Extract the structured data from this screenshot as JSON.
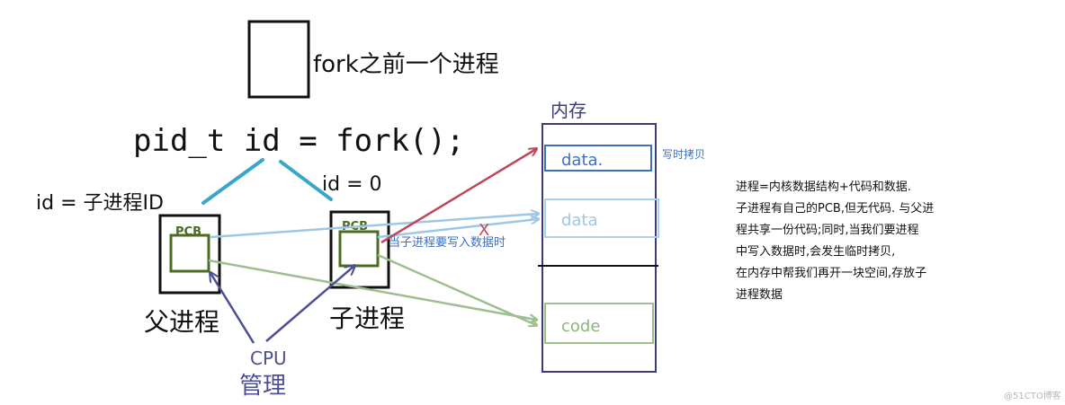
{
  "top_note": "fork之前一个进程",
  "code_line": "pid_t id = fork();",
  "parent_id_label": "id = 子进程ID",
  "child_id_label": "id = 0",
  "pcb_label": "PCB",
  "parent_caption": "父进程",
  "child_caption": "子进程",
  "cpu_label": "CPU",
  "manage_label": "管理",
  "memory": {
    "title": "内存",
    "data_copy": "data.",
    "data_shared": "data",
    "code": "code",
    "cow_note": "写时拷贝"
  },
  "write_note": "当子进程要写入数据时",
  "cross_mark": "X",
  "explanation_lines": [
    "进程=内核数据结构+代码和数据.",
    "子进程有自己的PCB,但无代码. 与父进",
    "程共享一份代码;同时,当我们要进程",
    "中写入数据时,会发生临时拷贝,",
    "在内存中帮我们再开一块空间,存放子",
    "进程数据"
  ],
  "watermark": "@51CTO博客",
  "colors": {
    "ink": "#111111",
    "blue_link": "#3aa6c9",
    "red_arrow": "#c0465a",
    "light_blue": "#9ec7e6",
    "green": "#4d6b24",
    "light_green": "#9dbf8f",
    "purple": "#4c4f91",
    "memory_border": "#3b3a7a",
    "data_box": "#3c6fc4"
  }
}
